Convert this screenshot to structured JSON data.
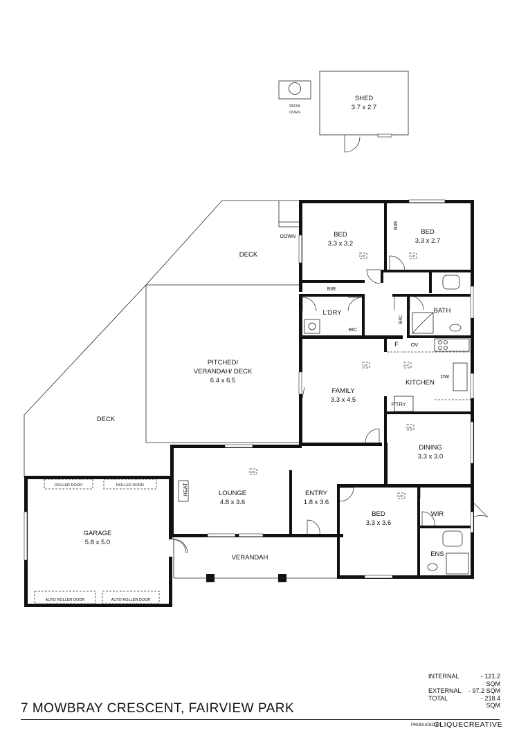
{
  "rooms": {
    "shed": {
      "name": "SHED",
      "dims": "3.7 x 2.7"
    },
    "pizza_oven": {
      "line1": "PIZZA",
      "line2": "OVEN"
    },
    "deck_upper": {
      "name": "DECK"
    },
    "deck_lower": {
      "name": "DECK"
    },
    "down": {
      "name": "DOWN"
    },
    "bed1": {
      "name": "BED",
      "dims": "3.3 x 3.2"
    },
    "bed2": {
      "name": "BED",
      "dims": "3.3 x 2.7"
    },
    "bir_vertical": {
      "name": "BIR"
    },
    "bir_horizontal": {
      "name": "BIR"
    },
    "laundry": {
      "name": "L'DRY"
    },
    "laundry_bic": {
      "name": "BIC"
    },
    "bath_bic": {
      "name": "BIC"
    },
    "bath": {
      "name": "BATH"
    },
    "pitched": {
      "line1": "PITCHED/",
      "line2": "VERANDAH/ DECK",
      "dims": "6.4 x 6.5"
    },
    "family": {
      "name": "FAMILY",
      "dims": "3.3 x 4.5"
    },
    "kitchen": {
      "name": "KITCHEN"
    },
    "fridge": {
      "name": "F"
    },
    "oven": {
      "name": "OV"
    },
    "dishwasher": {
      "name": "DW"
    },
    "pantry": {
      "name": "P'TRY"
    },
    "dining": {
      "name": "DINING",
      "dims": "3.3 x 3.0"
    },
    "lounge": {
      "name": "LOUNGE",
      "dims": "4.8 x 3.6"
    },
    "heat": {
      "name": "HEAT"
    },
    "entry": {
      "name": "ENTRY",
      "dims": "1.8 x 3.6"
    },
    "bed3": {
      "name": "BED",
      "dims": "3.3 x 3.6"
    },
    "wir": {
      "name": "WIR"
    },
    "ens": {
      "name": "ENS"
    },
    "garage": {
      "name": "GARAGE",
      "dims": "5.8 x 5.0"
    },
    "verandah": {
      "name": "VERANDAH"
    }
  },
  "doors": {
    "roller1": "ROLLER DOOR",
    "roller2": "ROLLER DOOR",
    "auto1": "AUTO ROLLER DOOR",
    "auto2": "AUTO ROLLER DOOR"
  },
  "ac_label": "AC",
  "address": "7 MOWBRAY CRESCENT, FAIRVIEW PARK",
  "areas": [
    {
      "label": "INTERNAL",
      "value": "- 121.2 SQM"
    },
    {
      "label": "EXTERNAL",
      "value": "- 97.2 SQM"
    },
    {
      "label": "TOTAL",
      "value": "- 218.4 SQM"
    }
  ],
  "credit": {
    "produced_by": "PRODUCED BY",
    "brand": "CLIQUECREATIVE"
  }
}
